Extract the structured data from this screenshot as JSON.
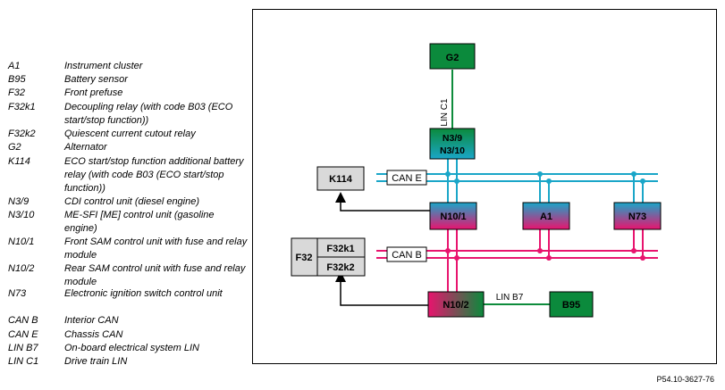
{
  "legend": [
    {
      "key": "A1",
      "desc": "Instrument cluster"
    },
    {
      "key": "B95",
      "desc": "Battery sensor"
    },
    {
      "key": "F32",
      "desc": "Front prefuse"
    },
    {
      "key": "F32k1",
      "desc": "Decoupling relay (with code B03 (ECO start/stop function))"
    },
    {
      "key": "F32k2",
      "desc": "Quiescent current cutout relay"
    },
    {
      "key": "G2",
      "desc": "Alternator"
    },
    {
      "key": "K114",
      "desc": "ECO start/stop function additional battery relay (with code B03 (ECO start/stop function))"
    },
    {
      "key": "N3/9",
      "desc": "CDI control unit (diesel engine)"
    },
    {
      "key": "N3/10",
      "desc": "ME-SFI [ME] control unit (gasoline engine)"
    },
    {
      "key": "N10/1",
      "desc": "Front SAM control unit with fuse and relay module"
    },
    {
      "key": "N10/2",
      "desc": "Rear SAM control unit with fuse and relay module"
    },
    {
      "key": "N73",
      "desc": "Electronic ignition switch control unit"
    },
    {
      "key": "CAN B",
      "desc": "Interior CAN"
    },
    {
      "key": "CAN E",
      "desc": "Chassis CAN"
    },
    {
      "key": "LIN B7",
      "desc": "On-board electrical system LIN"
    },
    {
      "key": "LIN C1",
      "desc": "Drive train LIN"
    }
  ],
  "diagram": {
    "g2": "G2",
    "n39": "N3/9",
    "n310": "N3/10",
    "lin_c1": "LIN C1",
    "k114": "K114",
    "can_e": "CAN E",
    "n101": "N10/1",
    "a1": "A1",
    "n73": "N73",
    "f32": "F32",
    "f32k1": "F32k1",
    "f32k2": "F32k2",
    "can_b": "CAN B",
    "n102": "N10/2",
    "lin_b7": "LIN B7",
    "b95": "B95"
  },
  "figure_id": "P54.10-3627-76",
  "colors": {
    "can_e": "#1aa6c8",
    "can_b": "#e8146e",
    "lin": "#0e8c3c",
    "green_box": "#0b8a3c",
    "grey_box": "#d9d9d9"
  }
}
